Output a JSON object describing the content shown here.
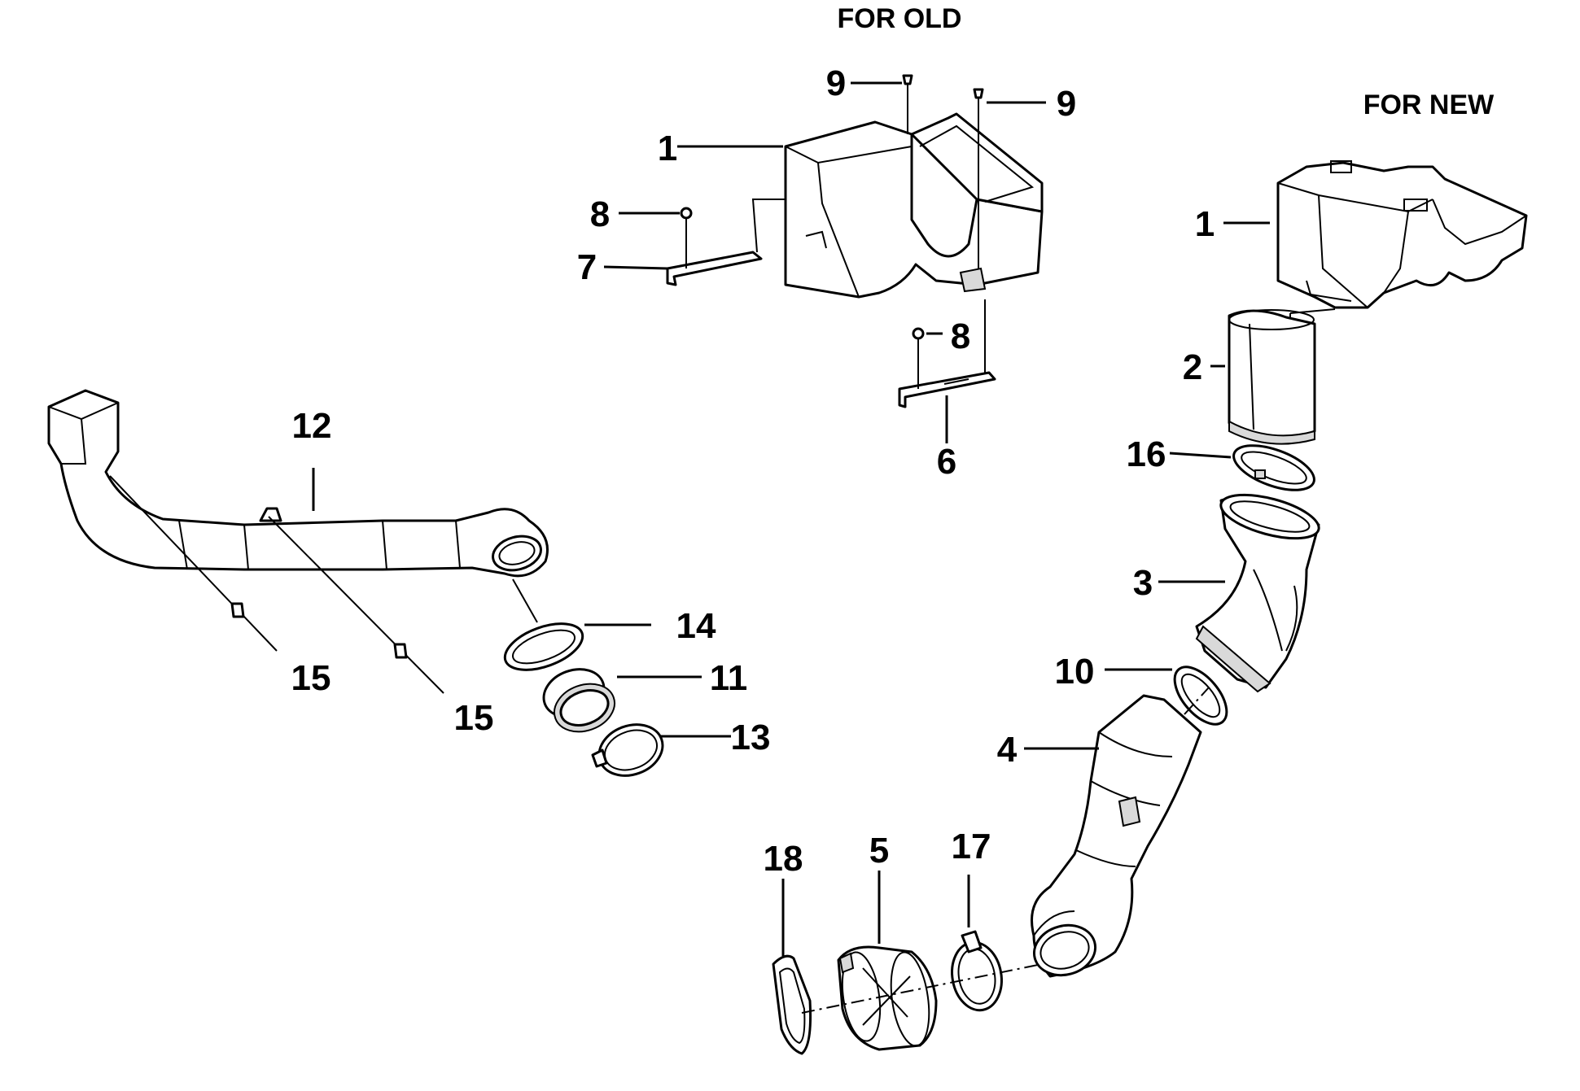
{
  "sections": {
    "old": "FOR OLD",
    "new": "FOR NEW"
  },
  "callouts": {
    "c1_old": "1",
    "c1_new": "1",
    "c2": "2",
    "c3": "3",
    "c4": "4",
    "c5": "5",
    "c6": "6",
    "c7": "7",
    "c8_top": "8",
    "c8_bottom": "8",
    "c9_left": "9",
    "c9_right": "9",
    "c10": "10",
    "c11": "11",
    "c12": "12",
    "c13": "13",
    "c14": "14",
    "c15_left": "15",
    "c15_right": "15",
    "c16": "16",
    "c17": "17",
    "c18": "18"
  },
  "colors": {
    "line": "#000000",
    "background": "#ffffff",
    "shade": "#d9d9d9"
  }
}
